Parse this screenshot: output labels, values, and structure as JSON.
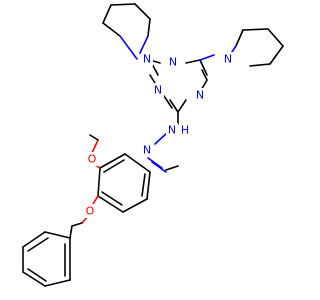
{
  "colors": {
    "bond": "#000000",
    "nitrogen": "#0000ff",
    "oxygen": "#ff0000",
    "background": "#ffffff"
  },
  "atoms": {
    "n_pip_left": "N",
    "n_pip_right": "N",
    "n_triazine_left": "N",
    "n_triazine_right": "N",
    "n_triazine_bottom": "N",
    "nh_label": "N",
    "nh_hydrogen": "H",
    "n_imine": "N",
    "o_methoxy": "O",
    "o_benzyloxy": "O"
  }
}
